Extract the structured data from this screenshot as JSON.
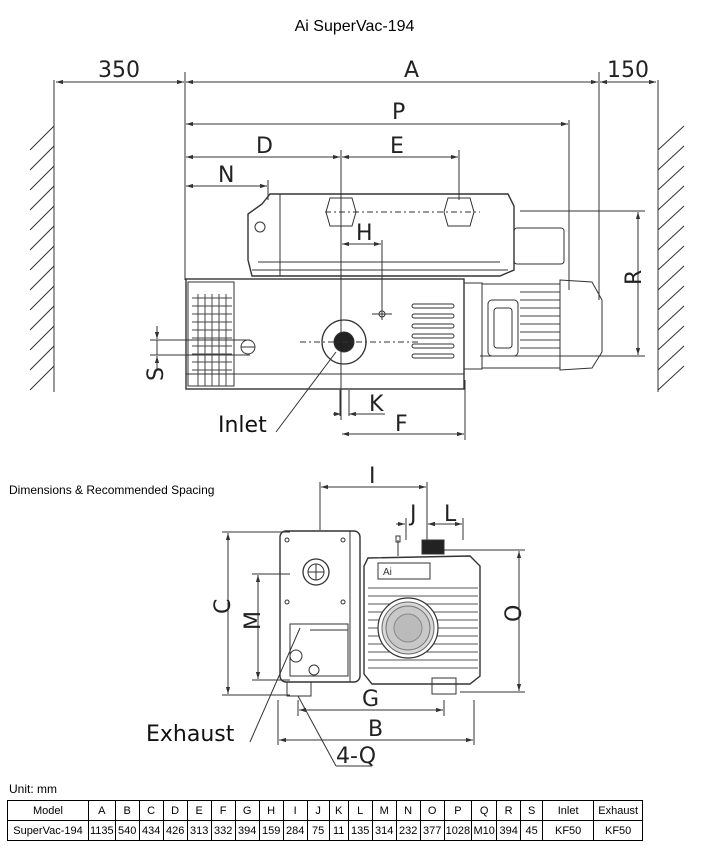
{
  "title": "Ai SuperVac-194",
  "caption": "Dimensions & Recommended Spacing",
  "unit_label": "Unit: mm",
  "top_view": {
    "spacing_left": "350",
    "spacing_right": "150",
    "dim_labels": [
      "A",
      "P",
      "D",
      "E",
      "N",
      "H",
      "R",
      "S",
      "K",
      "F"
    ],
    "inlet_label": "Inlet"
  },
  "side_view": {
    "dim_labels": [
      "I",
      "J",
      "L",
      "C",
      "M",
      "O",
      "G",
      "B"
    ],
    "exhaust_label": "Exhaust",
    "feet_label": "4-Q",
    "plate_text": "Ai"
  },
  "spec_table": {
    "headers": [
      "Model",
      "A",
      "B",
      "C",
      "D",
      "E",
      "F",
      "G",
      "H",
      "I",
      "J",
      "K",
      "L",
      "M",
      "N",
      "O",
      "P",
      "Q",
      "R",
      "S",
      "Inlet",
      "Exhaust"
    ],
    "row": [
      "SuperVac-194",
      "1135",
      "540",
      "434",
      "426",
      "313",
      "332",
      "394",
      "159",
      "284",
      "75",
      "11",
      "135",
      "314",
      "232",
      "377",
      "1028",
      "M10",
      "394",
      "45",
      "KF50",
      "KF50"
    ]
  }
}
